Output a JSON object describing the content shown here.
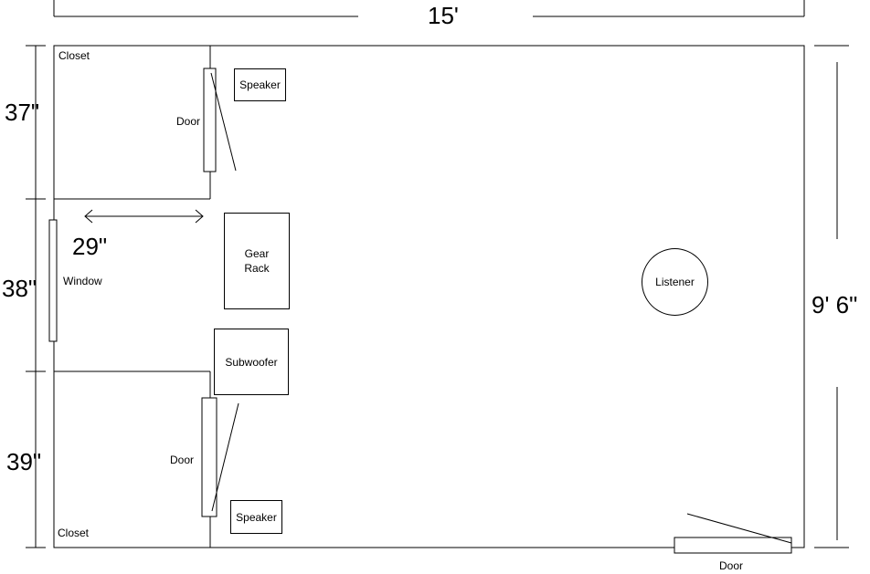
{
  "dimensions": {
    "width": "15'",
    "height": "9' 6\"",
    "wall_top": "37\"",
    "wall_middle": "38\"",
    "wall_bottom": "39\"",
    "opening": "29\""
  },
  "labels": {
    "closet_top": "Closet",
    "closet_bottom": "Closet",
    "door_top": "Door",
    "door_bottom": "Door",
    "door_right": "Door",
    "window": "Window",
    "speaker_top": "Speaker",
    "speaker_bottom": "Speaker",
    "gear_rack_line1": "Gear",
    "gear_rack_line2": "Rack",
    "subwoofer": "Subwoofer",
    "listener": "Listener"
  },
  "colors": {
    "line": "#000000",
    "background": "#ffffff"
  }
}
